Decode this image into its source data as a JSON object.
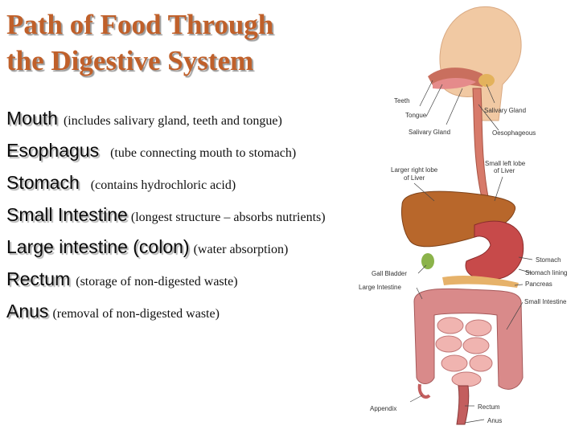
{
  "title": {
    "line1": "Path of Food Through",
    "line2": "the Digestive System"
  },
  "items": [
    {
      "term": "Mouth",
      "desc": "(includes salivary gland, teeth and tongue)"
    },
    {
      "term": "Esophagus",
      "desc": "(tube connecting mouth to stomach)"
    },
    {
      "term": "Stomach",
      "desc": "(contains hydrochloric acid)"
    },
    {
      "term": "Small Intestine",
      "desc": "(longest structure –  absorbs nutrients)"
    },
    {
      "term": "Large intestine  (colon)",
      "desc": "(water absorption)"
    },
    {
      "term": "Rectum",
      "desc": "(storage of non-digested waste)"
    },
    {
      "term": "Anus",
      "desc": "(removal of non-digested waste)"
    }
  ],
  "figure_labels": {
    "teeth": "Teeth",
    "tongue": "Tongue",
    "salivary_gland_right": "Salivary Gland",
    "salivary_gland_left": "Salivary Gland",
    "oesophageous": "Oesophageous",
    "large_right_lobe_1": "Larger right lobe",
    "large_right_lobe_2": "of Liver",
    "small_left_lobe_1": "Small left lobe",
    "small_left_lobe_2": "of Liver",
    "gall_bladder": "Gall Bladder",
    "large_intestine": "Large Intestine",
    "stomach": "Stomach",
    "stomach_lining": "Stomach lining",
    "pancreas": "Pancreas",
    "small_intestine": "Small Intestine",
    "appendix": "Appendix",
    "rectum": "Rectum",
    "anus": "Anus"
  }
}
